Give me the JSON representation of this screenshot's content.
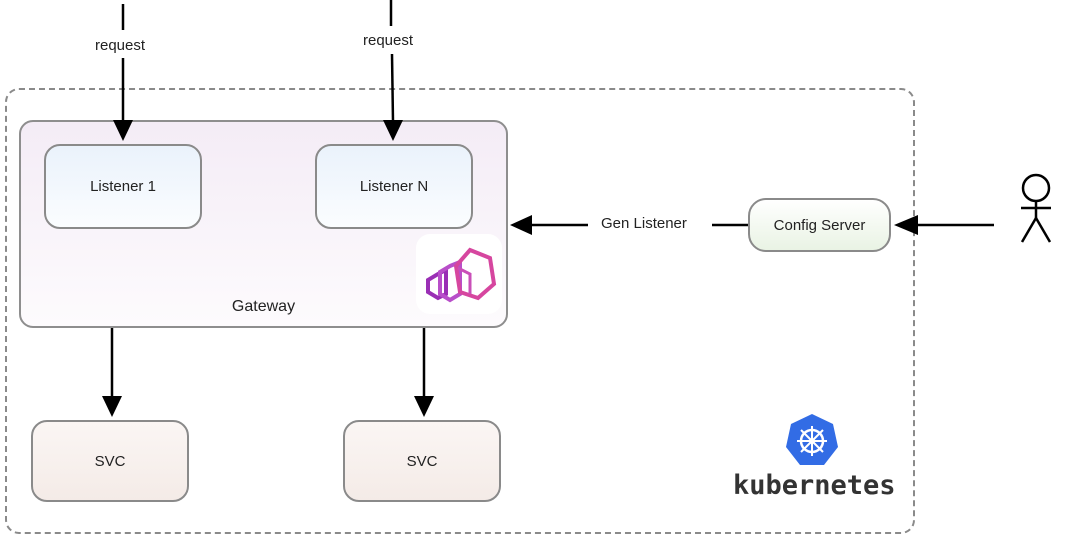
{
  "diagram": {
    "boundary": {
      "name": "kubernetes",
      "label": "kubernetes",
      "logo_color": "#326ce5"
    },
    "gateway": {
      "label": "Gateway",
      "logo": "envoy-icon",
      "logo_colors": [
        "#d6469f",
        "#b84fc9",
        "#9a2fb5"
      ]
    },
    "listeners": [
      {
        "label": "Listener 1"
      },
      {
        "label": "Listener N"
      }
    ],
    "services": [
      {
        "label": "SVC"
      },
      {
        "label": "SVC"
      }
    ],
    "config_server": {
      "label": "Config Server"
    },
    "actor": {
      "icon": "user-stick-figure-icon"
    },
    "edges": [
      {
        "from": "external",
        "to": "Listener 1",
        "label": "request"
      },
      {
        "from": "external",
        "to": "Listener N",
        "label": "request"
      },
      {
        "from": "Config Server",
        "to": "Gateway",
        "label": "Gen Listener"
      },
      {
        "from": "actor",
        "to": "Config Server",
        "label": ""
      },
      {
        "from": "Gateway",
        "to": "SVC",
        "label": ""
      },
      {
        "from": "Gateway",
        "to": "SVC",
        "label": ""
      }
    ]
  }
}
